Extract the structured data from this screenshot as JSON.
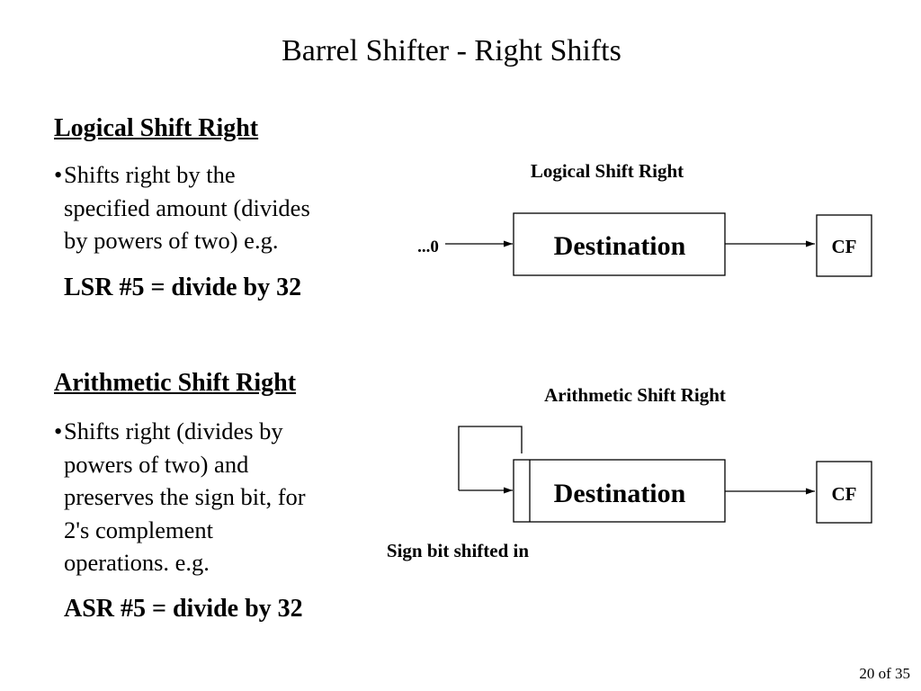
{
  "slide": {
    "title": "Barrel Shifter - Right Shifts",
    "page_number": "20 of 35"
  },
  "lsr_section": {
    "heading": "Logical Shift Right",
    "bullet_marker": "•",
    "bullet_lines": [
      "Shifts right by the",
      "specified amount (divides",
      "by powers of two) e.g."
    ],
    "example": "LSR #5 = divide by 32"
  },
  "asr_section": {
    "heading": "Arithmetic Shift Right",
    "bullet_marker": "•",
    "bullet_lines": [
      "Shifts right (divides by",
      "powers of two) and",
      "preserves the sign bit, for",
      "2's complement",
      "operations. e.g."
    ],
    "example": "ASR #5 = divide by 32"
  },
  "lsr_diagram": {
    "caption": "Logical Shift Right",
    "input_label": "...0",
    "register_label": "Destination",
    "carry_label": "CF"
  },
  "asr_diagram": {
    "caption": "Arithmetic Shift Right",
    "register_label": "Destination",
    "carry_label": "CF",
    "sign_note": "Sign bit shifted in"
  }
}
